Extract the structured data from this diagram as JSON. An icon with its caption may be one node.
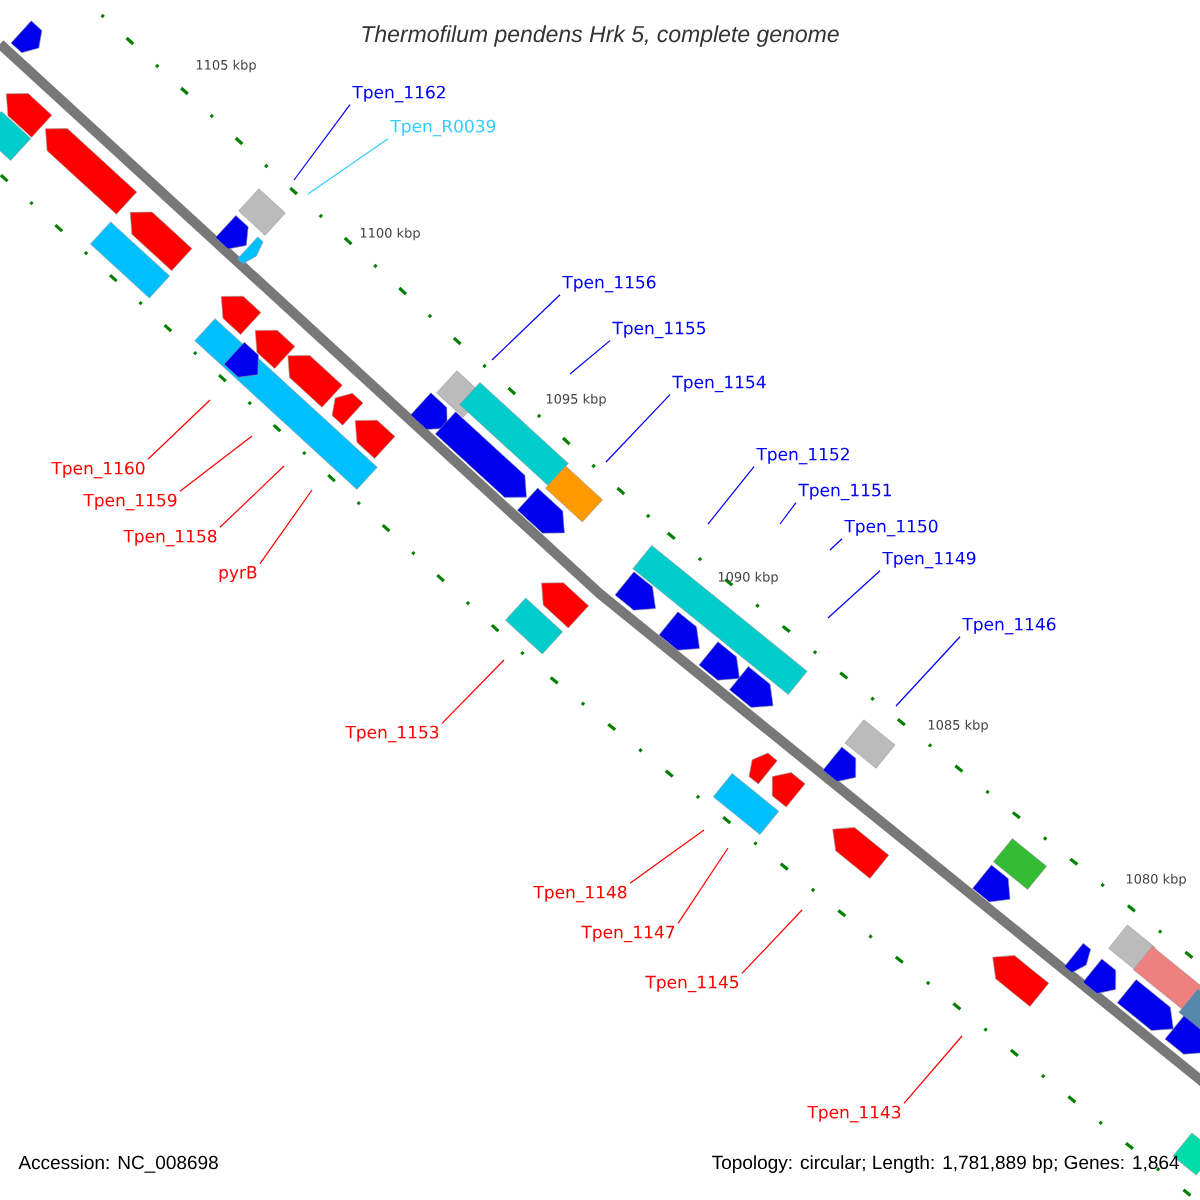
{
  "diagram": {
    "title": "Thermofilum pendens Hrk 5, complete genome",
    "nodes": [
      {
        "text": [
          "Tpen_1162"
        ]
      },
      {
        "text": [
          "Tpen_R0039"
        ]
      },
      {
        "text": [
          "Tpen_1156"
        ]
      },
      {
        "text": [
          "Tpen_1155"
        ]
      },
      {
        "text": [
          "Tpen_1154"
        ]
      },
      {
        "text": [
          "Tpen_1152"
        ]
      },
      {
        "text": [
          "Tpen_1151"
        ]
      },
      {
        "text": [
          "Tpen_1150"
        ]
      },
      {
        "text": [
          "Tpen_1149"
        ]
      },
      {
        "text": [
          "Tpen_1146"
        ]
      },
      {
        "text": [
          "Tpen_1160"
        ]
      },
      {
        "text": [
          "Tpen_1159"
        ]
      },
      {
        "text": [
          "Tpen_1158"
        ]
      },
      {
        "text": [
          "pyrB"
        ]
      },
      {
        "text": [
          "Tpen_1153"
        ]
      },
      {
        "text": [
          "Tpen_1148"
        ]
      },
      {
        "text": [
          "Tpen_1147"
        ]
      },
      {
        "text": [
          "Tpen_1145"
        ]
      },
      {
        "text": [
          "Tpen_1143"
        ]
      }
    ],
    "edges": [
      {
        "from": 0,
        "to": null,
        "arrow": "none"
      },
      {
        "from": 1,
        "to": null,
        "arrow": "none",
        "color": "#33ccff"
      },
      {
        "from": 2,
        "to": null,
        "arrow": "none"
      },
      {
        "from": 3,
        "to": null,
        "arrow": "none"
      },
      {
        "from": 4,
        "to": null,
        "arrow": "none"
      },
      {
        "from": 5,
        "to": null,
        "arrow": "none"
      },
      {
        "from": 6,
        "to": null,
        "arrow": "none"
      },
      {
        "from": 7,
        "to": null,
        "arrow": "none"
      },
      {
        "from": 8,
        "to": null,
        "arrow": "none"
      },
      {
        "from": 9,
        "to": null,
        "arrow": "none"
      },
      {
        "from": 10,
        "to": null,
        "arrow": "none",
        "color": "#ff0000"
      },
      {
        "from": 11,
        "to": null,
        "arrow": "none",
        "color": "#ff0000"
      },
      {
        "from": 12,
        "to": null,
        "arrow": "none",
        "color": "#ff0000"
      },
      {
        "from": 13,
        "to": null,
        "arrow": "none",
        "color": "#ff0000"
      },
      {
        "from": 14,
        "to": null,
        "arrow": "none",
        "color": "#ff0000"
      },
      {
        "from": 15,
        "to": null,
        "arrow": "none",
        "color": "#ff0000"
      },
      {
        "from": 16,
        "to": null,
        "arrow": "none",
        "color": "#ff0000"
      },
      {
        "from": 17,
        "to": null,
        "arrow": "none",
        "color": "#ff0000"
      },
      {
        "from": 18,
        "to": null,
        "arrow": "none",
        "color": "#ff0000"
      }
    ],
    "labels": [
      "1105 kbp",
      "1100 kbp",
      "1095 kbp",
      "1090 kbp",
      "1085 kbp",
      "1080 kbp",
      "Accession: NC_008698",
      "Topology: circular; Length: 1,781,889 bp; Genes: 1,864"
    ]
  }
}
